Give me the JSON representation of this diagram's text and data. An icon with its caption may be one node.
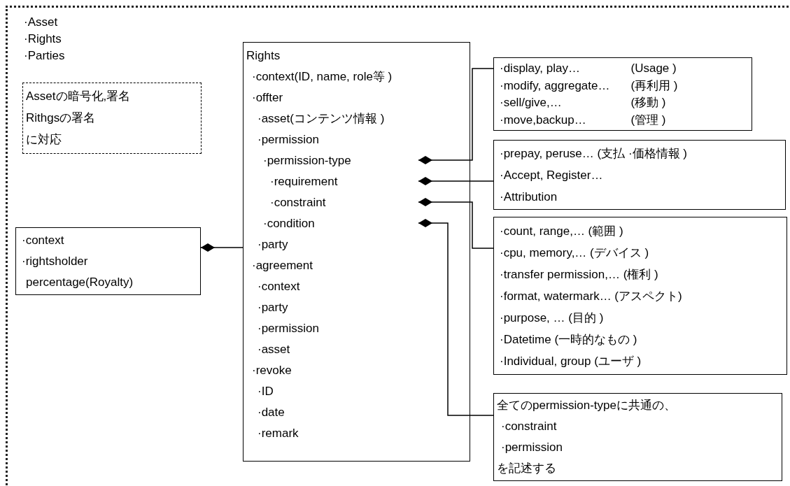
{
  "diagram": {
    "nodes": [
      {
        "text": [
          "Assetの暗号化,署名",
          "Rithgsの署名",
          "に対応"
        ]
      },
      {
        "text": [
          "·context",
          "·rightsholder",
          "percentage(Royalty)"
        ]
      },
      {
        "text": [
          "Rights",
          "·context(ID, name, role等 )",
          "·offter",
          "·asset(コンテンツ情報 )",
          "·permission",
          "·permission-type",
          "·requirement",
          "·constraint",
          "·condition",
          "·party",
          "·agreement",
          "·context",
          "·party",
          "·permission",
          "·asset",
          "·revoke",
          "·ID",
          "·date",
          "·remark"
        ]
      },
      {
        "text": [
          "·display, play…",
          "(Usage )",
          "·modify, aggregate…",
          "(再利用 )",
          "·sell/give,…",
          "(移動 )",
          "·move,backup…",
          "(管理 )"
        ]
      },
      {
        "text": [
          "·prepay, peruse… (支払 ·価格情報 )",
          "·Accept, Register…",
          "·Attribution"
        ]
      },
      {
        "text": [
          "·count, range,… (範囲 )",
          "·cpu, memory,… (デバイス )",
          "·transfer permission,… (権利 )",
          "·format, watermark… (アスペクト)",
          "·purpose, … (目的 )",
          "·Datetime (一時的なもの )",
          "·Individual, group (ユーザ )"
        ]
      },
      {
        "text": [
          "全てのpermission-typeに共通の、",
          "·constraint",
          "·permission",
          "を記述する"
        ]
      }
    ],
    "edges": [
      {
        "from": 1,
        "to": 2,
        "arrow": "other"
      },
      {
        "from": 2,
        "to": 3,
        "arrow": "other"
      },
      {
        "from": 2,
        "to": 4,
        "arrow": "other"
      },
      {
        "from": 2,
        "to": 5,
        "arrow": "other"
      },
      {
        "from": 2,
        "to": 6,
        "arrow": "other"
      }
    ],
    "labels": [
      "·Asset",
      "·Rights",
      "·Parties"
    ]
  }
}
